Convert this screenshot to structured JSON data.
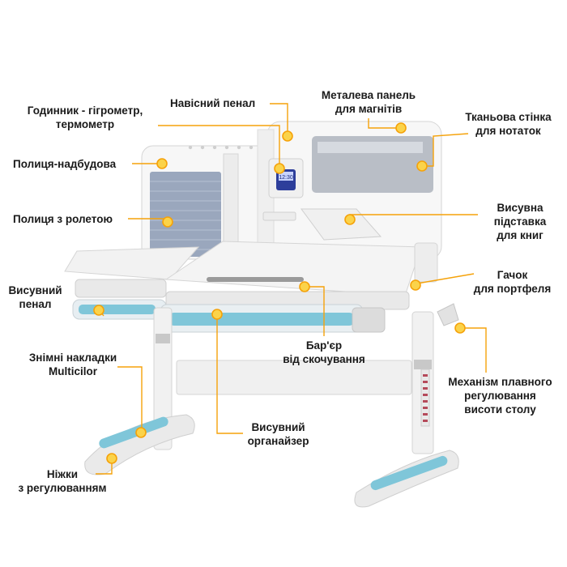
{
  "labels": {
    "clock": [
      "Годинник - гігрометр,",
      "термометр"
    ],
    "pencil_case": [
      "Навісний пенал"
    ],
    "metal_panel": [
      "Металева панель",
      "для магнітів"
    ],
    "fabric_wall": [
      "Тканьова стінка",
      "для нотаток"
    ],
    "top_shelf": [
      "Полиця-надбудова"
    ],
    "roller_shelf": [
      "Полиця з ролетою"
    ],
    "book_stand": [
      "Висувна",
      "підставка",
      "для книг"
    ],
    "bag_hook": [
      "Гачок",
      "для портфеля"
    ],
    "pull_out_pencil": [
      "Висувний",
      "пенал"
    ],
    "barrier": [
      "Бар'єр",
      "від скочування"
    ],
    "covers": [
      "Знімні накладки",
      "Multicilor"
    ],
    "height_mechanism": [
      "Механізм плавного",
      "регулювання",
      "висоти столу"
    ],
    "organizer": [
      "Висувний",
      "органайзер"
    ],
    "legs": [
      "Ніжки",
      "з регулюванням"
    ]
  },
  "clock_display": "12:30",
  "colors": {
    "accent": "#f5a20a",
    "marker": "#fbd34a",
    "teal": "#7fc6d9",
    "desk_white": "#f4f4f4",
    "felt": "#b9bec6",
    "roller": "#9aa7bd"
  }
}
